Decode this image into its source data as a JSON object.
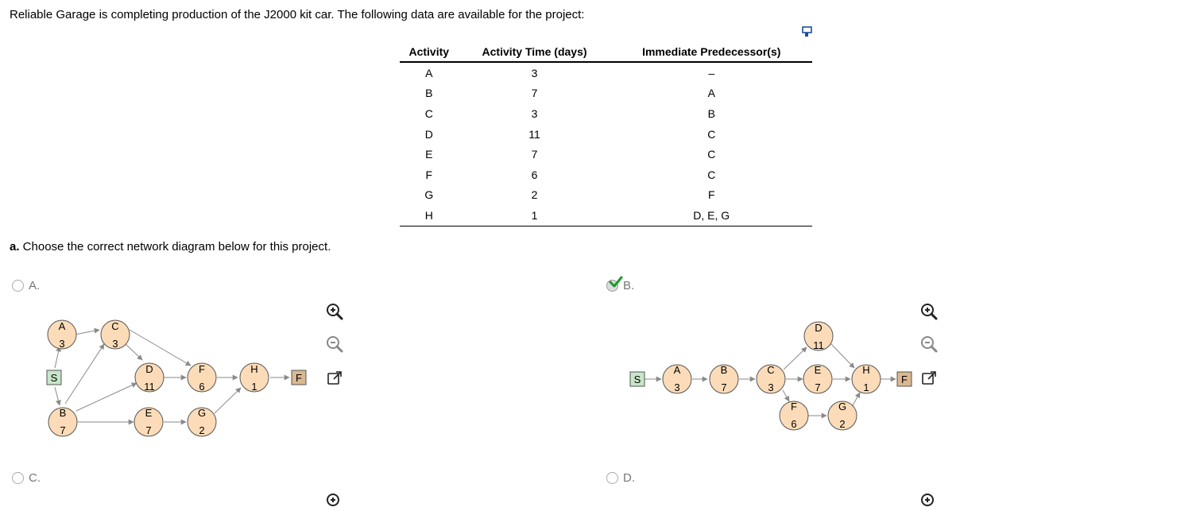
{
  "intro_text": "Reliable Garage is completing production of the J2000 kit car. The following data are available for the project:",
  "table": {
    "headers": [
      "Activity",
      "Activity Time (days)",
      "Immediate Predecessor(s)"
    ],
    "rows": [
      [
        "A",
        "3",
        "–"
      ],
      [
        "B",
        "7",
        "A"
      ],
      [
        "C",
        "3",
        "B"
      ],
      [
        "D",
        "11",
        "C"
      ],
      [
        "E",
        "7",
        "C"
      ],
      [
        "F",
        "6",
        "C"
      ],
      [
        "G",
        "2",
        "F"
      ],
      [
        "H",
        "1",
        "D, E, G"
      ]
    ]
  },
  "question": {
    "prefix": "a.",
    "text": " Choose the correct network diagram below for this project."
  },
  "options": {
    "a": "A.",
    "b": "B.",
    "c": "C.",
    "d": "D."
  },
  "selected_option": "B",
  "colors": {
    "node_fill": "#fcdcb8",
    "start_fill": "#c8e6c9",
    "finish_fill": "#d9b892",
    "arrow": "#8a8a8a",
    "check": "#1a9a2a"
  },
  "icons": [
    "copy-icon",
    "zoom-in-icon",
    "zoom-out-icon",
    "popout-icon",
    "check-icon"
  ],
  "diagram_a": {
    "start": "S",
    "finish": "F",
    "nodes": [
      {
        "name": "A",
        "time": "3"
      },
      {
        "name": "C",
        "time": "3"
      },
      {
        "name": "D",
        "time": "11"
      },
      {
        "name": "F",
        "time": "6"
      },
      {
        "name": "H",
        "time": "1"
      },
      {
        "name": "B",
        "time": "7"
      },
      {
        "name": "E",
        "time": "7"
      },
      {
        "name": "G",
        "time": "2"
      }
    ]
  },
  "diagram_b": {
    "start": "S",
    "finish": "F",
    "nodes": [
      {
        "name": "A",
        "time": "3"
      },
      {
        "name": "B",
        "time": "7"
      },
      {
        "name": "C",
        "time": "3"
      },
      {
        "name": "D",
        "time": "11"
      },
      {
        "name": "E",
        "time": "7"
      },
      {
        "name": "H",
        "time": "1"
      },
      {
        "name": "F",
        "time": "6"
      },
      {
        "name": "G",
        "time": "2"
      }
    ]
  }
}
